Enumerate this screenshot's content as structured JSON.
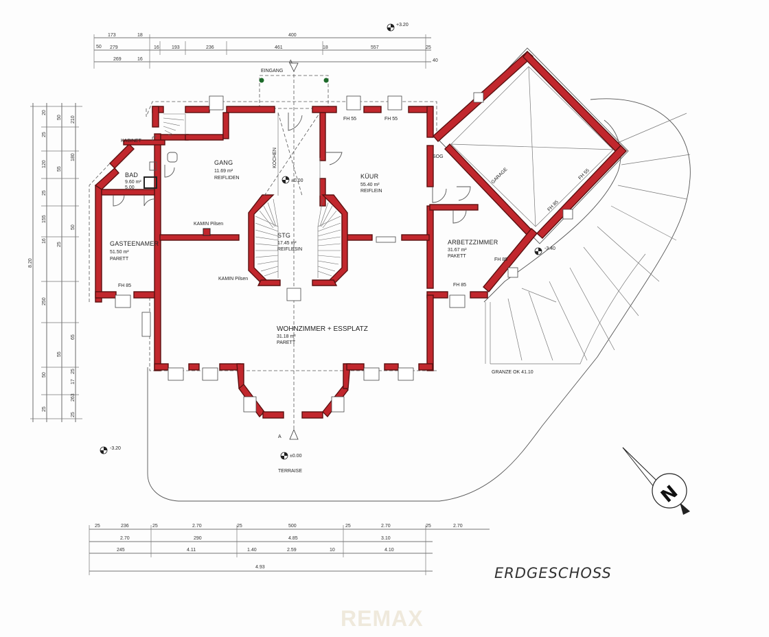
{
  "title": "ERDGESCHOSS",
  "watermark": "REMAX",
  "colors": {
    "wall": "#c1272d",
    "line": "#555555",
    "background": "#fdfdfd"
  },
  "rooms": [
    {
      "id": "gang",
      "name": "GANG",
      "area": "11.69 m²",
      "floor": "REIFLIDEN"
    },
    {
      "id": "kueche",
      "name": "KÜUR",
      "area": "55.40 m²",
      "floor": "REIFLEIN"
    },
    {
      "id": "stg",
      "name": "STG",
      "area": "17.45 m²",
      "floor": "REIFLBSIN"
    },
    {
      "id": "bad",
      "name": "BAD",
      "area": "9.60 m²",
      "floor": "5.00"
    },
    {
      "id": "gaeste",
      "name": "GASTEENAMER",
      "area": "51.50 m²",
      "floor": "PARETT"
    },
    {
      "id": "arbeit",
      "name": "ARBETZZIMMER",
      "area": "31.67 m²",
      "floor": "PAKETT"
    },
    {
      "id": "wohnen",
      "name": "WOHNZIMMER + ESSPLATZ",
      "area": "31.18 m²",
      "floor": "PARETT"
    },
    {
      "id": "terrasse",
      "name": "TERRAISE",
      "area": "",
      "floor": ""
    },
    {
      "id": "garage",
      "name": "GARAGE",
      "area": "",
      "floor": ""
    },
    {
      "id": "sog",
      "name": "SOG",
      "area": "",
      "floor": ""
    }
  ],
  "labels": {
    "kabinet": "KABINET",
    "kamin_top": "KAMIN Pilsen",
    "kamin_bottom": "KAMIN Pilsen",
    "garage_edge": "GRANZE OK 41.10",
    "fh1": "FH 55",
    "fh2": "FH 55",
    "fh3": "FH 85",
    "fh4": "FH 85",
    "fh5": "FH 85",
    "fh6": "FH 85",
    "fh7": "FH 55",
    "hoehe_top": "+3.20",
    "hoehe_mid": "±0.00",
    "hoehe_left": "-3.20",
    "hoehe_ter": "±0.00",
    "hoehe_right": "-3.40",
    "section_top": "A",
    "section_bottom": "A",
    "eingang": "EINGANG",
    "kochen": "KOCHEN"
  },
  "dims": {
    "top_row1": [
      "173",
      "18",
      "400"
    ],
    "top_row2": [
      "279",
      "16",
      "193",
      "236",
      "461",
      "18",
      "557",
      "25"
    ],
    "top_row3": [
      "269",
      "16",
      "50",
      "40"
    ],
    "bottom_row1": [
      "25",
      "236",
      "25",
      "2.70",
      "25",
      "500",
      "25",
      "2.70",
      "25",
      "2.70"
    ],
    "bottom_row2": [
      "2.70",
      "290",
      "4.85",
      "3.10"
    ],
    "bottom_row3": [
      "245",
      "4.11",
      "1.40",
      "2.59",
      "10",
      "4.10"
    ],
    "bottom_total": "4.93",
    "left_col1": [
      "20",
      "25",
      "120",
      "25",
      "155",
      "16",
      "250",
      "50",
      "25",
      "50",
      "55",
      "25",
      "55"
    ],
    "left_col2": [
      "210",
      "180",
      "50",
      "65",
      "25",
      "17",
      "263",
      "25"
    ],
    "left_total": "8.20"
  }
}
